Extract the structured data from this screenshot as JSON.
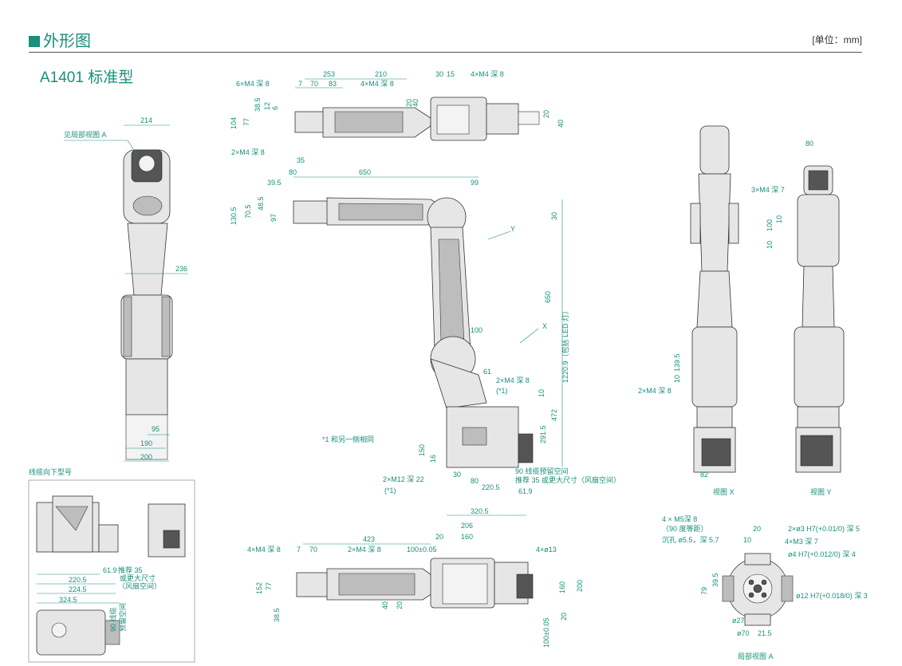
{
  "header": {
    "title": "外形图",
    "unit": "[单位：mm]",
    "model": "A1401 标准型"
  },
  "front_view": {
    "callout": "见局部视图 A",
    "dims": [
      "214",
      "236",
      "95",
      "190",
      "200"
    ]
  },
  "inset": {
    "title": "线缆向下型号",
    "dims": [
      "61.9",
      "220.5",
      "224.5",
      "324.5"
    ],
    "note_fan": "推荐 35\n或更大尺寸\n（风扇空间）",
    "note_cable": "90 线缆\n预留空间"
  },
  "top_view_upper": {
    "dims": [
      "253",
      "210",
      "30",
      "15",
      "7",
      "70",
      "83",
      "104",
      "77",
      "38.5",
      "12",
      "6",
      "35",
      "20",
      "40",
      "20",
      "40"
    ],
    "callouts": [
      "6×M4 深 8",
      "4×M4 深 8",
      "4×M4 深 8",
      "2×M4 深 8"
    ]
  },
  "side_view": {
    "dims": [
      "80",
      "650",
      "39.5",
      "99",
      "130.5",
      "70.5",
      "48.5",
      "97",
      "30",
      "650",
      "100",
      "61",
      "10",
      "472",
      "291.5",
      "150",
      "16",
      "30",
      "80",
      "220.5",
      "61.9",
      "320.5"
    ],
    "vertical_total": "1220.9（包括 LED 灯）",
    "callouts": [
      "2×M4 深 8",
      "(*1)",
      "2×M12 深 22",
      "(*1)"
    ],
    "cable_space": "90 线缆预留空间",
    "fan_space": "推荐 35 或更大尺寸（风扇空间）",
    "view_x": "X",
    "view_y": "Y",
    "footnote": "*1 和另一侧相同"
  },
  "bottom_view": {
    "dims": [
      "423",
      "7",
      "70",
      "20",
      "160",
      "206",
      "100±0.05",
      "152",
      "77",
      "38.5",
      "40",
      "20",
      "160",
      "200",
      "20",
      "100±0.05"
    ],
    "callouts": [
      "4×M4 深 8",
      "2×M4 深 8",
      "4×ø13"
    ]
  },
  "view_x": {
    "caption": "视图 X",
    "dims": [
      "139.5",
      "10",
      "82"
    ],
    "callout": "2×M4 深 8"
  },
  "view_y": {
    "caption": "视图 Y",
    "dims": [
      "80",
      "10",
      "100",
      "10"
    ],
    "callout": "3×M4 深 7"
  },
  "detail_a": {
    "caption": "局部视图 A",
    "notes": [
      "4 × M5深 8",
      "（90 度等距）",
      "沉孔 ø5.5，深 5.7"
    ],
    "callouts": [
      "2×ø3 H7(+0.01/0) 深 5",
      "4×M3 深 7",
      "ø4 H7(+0.012/0) 深 4",
      "ø12 H7(+0.018/0) 深 3"
    ],
    "dims": [
      "20",
      "10",
      "39.5",
      "79",
      "ø27",
      "ø70",
      "21.5"
    ]
  }
}
